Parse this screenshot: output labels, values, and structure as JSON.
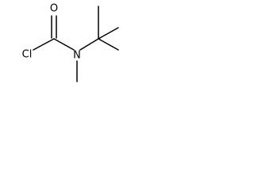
{
  "molecule": {
    "atoms": {
      "oxygen": "O",
      "chlorine": "Cl",
      "nitrogen": "N"
    }
  },
  "colors": {
    "bond": "#000000",
    "label": "#000000",
    "background": "#ffffff"
  }
}
